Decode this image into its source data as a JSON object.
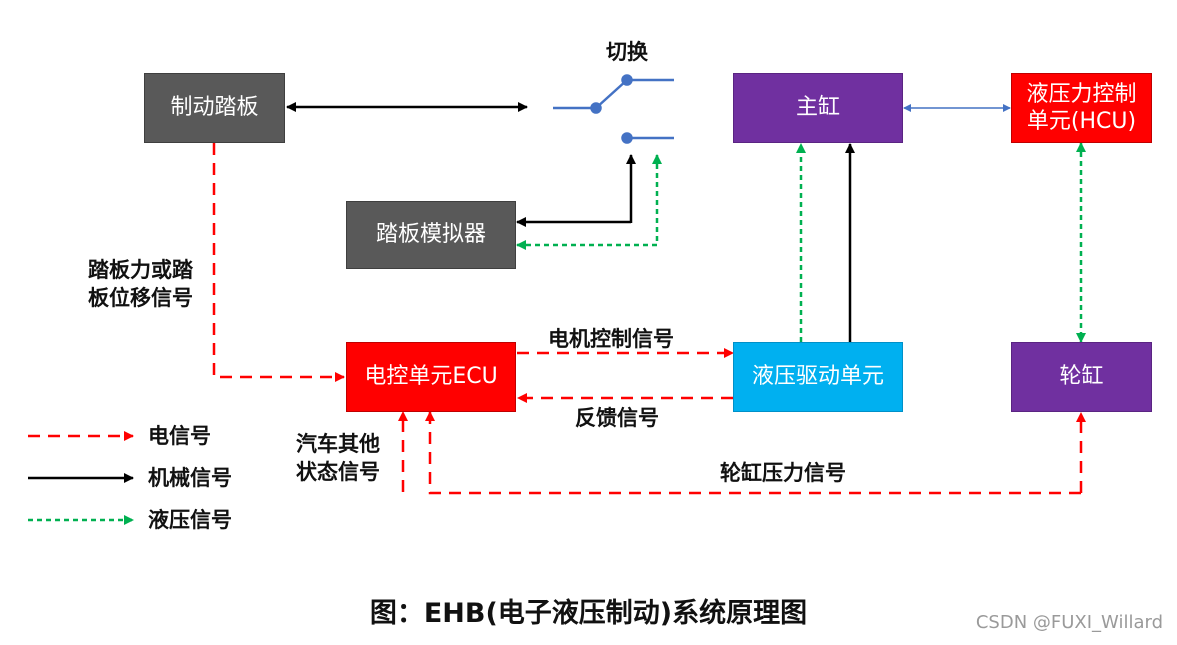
{
  "boxes": {
    "pedal": "制动踏板",
    "simulator": "踏板模拟器",
    "master_cylinder": "主缸",
    "hcu": "液压力控制单元(HCU)",
    "ecu": "电控单元ECU",
    "hydraulic_drive": "液压驱动单元",
    "wheel_cylinder": "轮缸"
  },
  "labels": {
    "switch": "切换",
    "pedal_signal": "踏板力或踏\n板位移信号",
    "motor_control_signal": "电机控制信号",
    "feedback_signal": "反馈信号",
    "other_vehicle_signal": "汽车其他\n状态信号",
    "wheel_pressure_signal": "轮缸压力信号"
  },
  "legend": {
    "electric": "电信号",
    "mechanical": "机械信号",
    "hydraulic": "液压信号"
  },
  "caption": "图：EHB(电子液压制动)系统原理图",
  "watermark": "CSDN @FUXI_Willard",
  "colors": {
    "electric": "#ff0000",
    "mechanical": "#000000",
    "hydraulic": "#00b050",
    "switch": "#4472c4",
    "gray_box": "#595959",
    "purple_box": "#7030a0",
    "red_box": "#ff0000",
    "cyan_box": "#00b0f0"
  }
}
